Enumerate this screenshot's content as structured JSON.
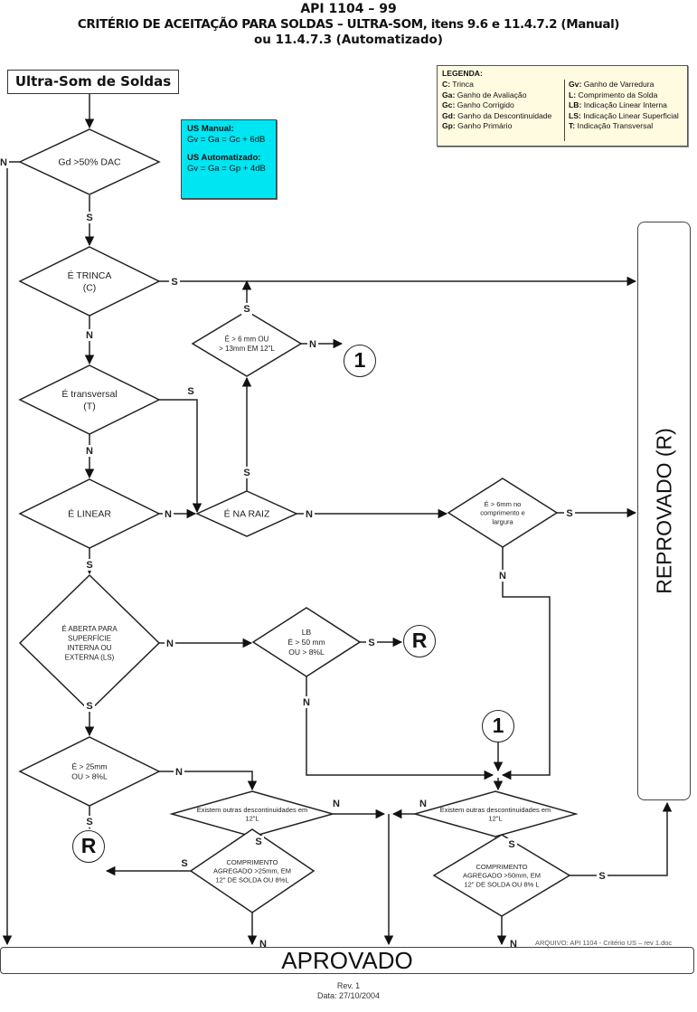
{
  "header": {
    "line1": "API 1104 – 99",
    "line2": "CRITÉRIO DE ACEITAÇÃO PARA SOLDAS – ULTRA-SOM, itens 9.6 e 11.4.7.2 (Manual)",
    "line3": "ou 11.4.7.3 (Automatizado)"
  },
  "legend": {
    "title": "LEGENDA:",
    "left": [
      {
        "key": "C:",
        "text": " Trinca"
      },
      {
        "key": "Ga:",
        "text": " Ganho de Avaliação"
      },
      {
        "key": "Gc:",
        "text": " Ganho Corrigido"
      },
      {
        "key": "Gd:",
        "text": " Ganho da Descontinuidade"
      },
      {
        "key": "Gp:",
        "text": " Ganho Primário"
      }
    ],
    "right": [
      {
        "key": "Gv:",
        "text": " Ganho de Varredura"
      },
      {
        "key": "L:",
        "text": " Comprimento da Solda"
      },
      {
        "key": "LB:",
        "text": " Indicação Linear Interna"
      },
      {
        "key": "LS:",
        "text": " Indicação Linear Superficial"
      },
      {
        "key": "T:",
        "text": " Indicação Transversal"
      }
    ]
  },
  "us_box": {
    "manual_title": "US Manual:",
    "manual_formula": "Gv = Ga = Gc + 6dB",
    "auto_title": "US Automatizado:",
    "auto_formula": "Gv = Ga = Gp + 4dB",
    "color": "#00e5f2"
  },
  "start": "Ultra-Som de Soldas",
  "terminals": {
    "reprovado": "REPROVADO (R)",
    "aprovado": "APROVADO",
    "r": "R",
    "connector": "1"
  },
  "decisions": {
    "gd": [
      "Gd >50% DAC"
    ],
    "trinca": [
      "É TRINCA",
      "(C)"
    ],
    "transversal": [
      "É transversal",
      "(T)"
    ],
    "linear": [
      "É LINEAR"
    ],
    "raiz": [
      "É NA RAIZ"
    ],
    "mm6_13": [
      "É > 6 mm OU",
      "> 13mm EM 12\"L"
    ],
    "mm6_larg": [
      "É > 6mm no",
      "comprimento e",
      "largura"
    ],
    "aberta": [
      "É ABERTA PARA",
      "SUPERFÍCIE",
      "INTERNA OU",
      "EXTERNA (LS)"
    ],
    "lb": [
      "LB",
      "É > 50 mm",
      "OU > 8%L"
    ],
    "mm25": [
      "É > 25mm",
      "OU > 8%L"
    ],
    "outras_left": [
      "Existem outras descontinuidades em",
      "12\"L"
    ],
    "outras_right": [
      "Existem outras descontinuidades em",
      "12\"L"
    ],
    "agreg25": [
      "COMPRIMENTO",
      "AGREGADO >25mm, EM",
      "12\" DE SOLDA OU 8%L"
    ],
    "agreg50": [
      "COMPRIMENTO",
      "AGREGADO >50mm, EM",
      "12\" DE SOLDA OU 8% L"
    ]
  },
  "edge_labels": {
    "yes": "S",
    "no": "N"
  },
  "footer": {
    "arquivo": "ARQUIVO: API 1104 - Critério US – rev 1.doc",
    "rev": "Rev. 1",
    "date": "Data: 27/10/2004"
  }
}
